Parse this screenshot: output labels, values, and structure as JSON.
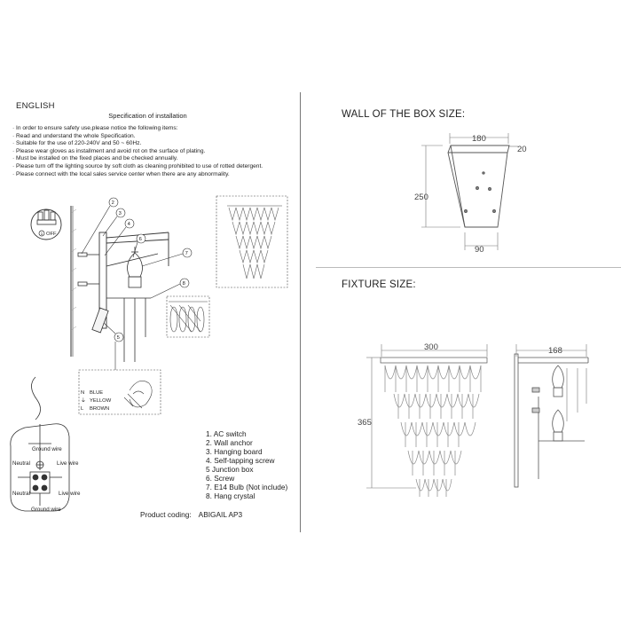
{
  "left_panel": {
    "language": "ENGLISH",
    "title": "Specification of installation",
    "instructions": [
      "· In order to ensure safety use,please notice the following items:",
      "· Read and understand the whole Specification.",
      "· Suitable for the use of 220-240V and 50 ~ 60Hz.",
      "· Please wear gloves as installment and avoid rot on the surface of plating.",
      "· Must be installed on the fixed places and be checked annually.",
      "· Please turn off the lighting source by soft cloth as cleaning prohibited to use of rotted detergent.",
      "· Please connect with the local sales service center when there are any abnormality."
    ],
    "switch_label": "OFF",
    "callout_numbers": [
      "1",
      "2",
      "3",
      "4",
      "6",
      "7",
      "8",
      "5"
    ],
    "wire_colors": [
      {
        "code": "N",
        "label": "BLUE"
      },
      {
        "code": "⏚",
        "label": "YELLOW"
      },
      {
        "code": "L",
        "label": "BROWN"
      }
    ],
    "wiring": {
      "ground_top": "Ground wire",
      "neutral_top": "Neutral",
      "live_top": "Live wire",
      "neutral_bottom": "Neutral",
      "live_bottom": "Live wire",
      "ground_bottom": "Ground wire"
    },
    "legend": [
      "1. AC switch",
      "2. Wall anchor",
      "3. Hanging board",
      "4. Self-tapping screw",
      "5 Junction box",
      "6. Screw",
      "7. E14 Bulb (Not include)",
      "8. Hang crystal"
    ],
    "product_coding_label": "Product coding:",
    "product_coding_value": "ABIGAIL AP3"
  },
  "right_panel": {
    "box_title": "WALL OF THE BOX SIZE:",
    "box_dims": {
      "top": "180",
      "side": "20",
      "height": "250",
      "bottom": "90"
    },
    "fixture_title": "FIXTURE SIZE:",
    "fixture_dims": {
      "width": "300",
      "depth": "168",
      "height": "365"
    }
  }
}
